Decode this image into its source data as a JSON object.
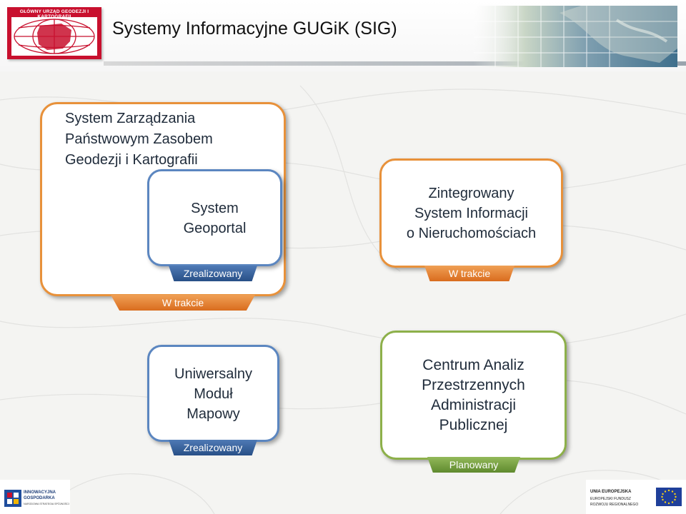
{
  "header": {
    "title": "Systemy Informacyjne GUGiK (SIG)",
    "logo_text": "GŁÓWNY URZĄD GEODEZJI I KARTOGRAFII"
  },
  "boxes": {
    "szpzgik": {
      "text_lines": [
        "System Zarządzania",
        "Państwowym Zasobem",
        "Geodezji i Kartografii"
      ],
      "status": "W trakcie"
    },
    "geoportal": {
      "text_lines": [
        "System",
        "Geoportal"
      ],
      "status": "Zrealizowany"
    },
    "zsin": {
      "text_lines": [
        "Zintegrowany",
        "System Informacji",
        "o Nieruchomościach"
      ],
      "status": "W trakcie"
    },
    "umm": {
      "text_lines": [
        "Uniwersalny",
        "Moduł",
        "Mapowy"
      ],
      "status": "Zrealizowany"
    },
    "capap": {
      "text_lines": [
        "Centrum Analiz",
        "Przestrzennych",
        "Administracji",
        "Publicznej"
      ],
      "status": "Planowany"
    }
  },
  "footer": {
    "left_line1": "INNOWACYJNA",
    "left_line2": "GOSPODARKA",
    "left_line3": "NARODOWA STRATEGIA SPÓJNOŚCI",
    "right_line1": "UNIA EUROPEJSKA",
    "right_line2": "EUROPEJSKI FUNDUSZ",
    "right_line3": "ROZWOJU REGIONALNEGO"
  },
  "colors": {
    "orange": "#e8913a",
    "blue": "#5b86c0",
    "green": "#8db04a",
    "logo_red": "#c8102e"
  }
}
